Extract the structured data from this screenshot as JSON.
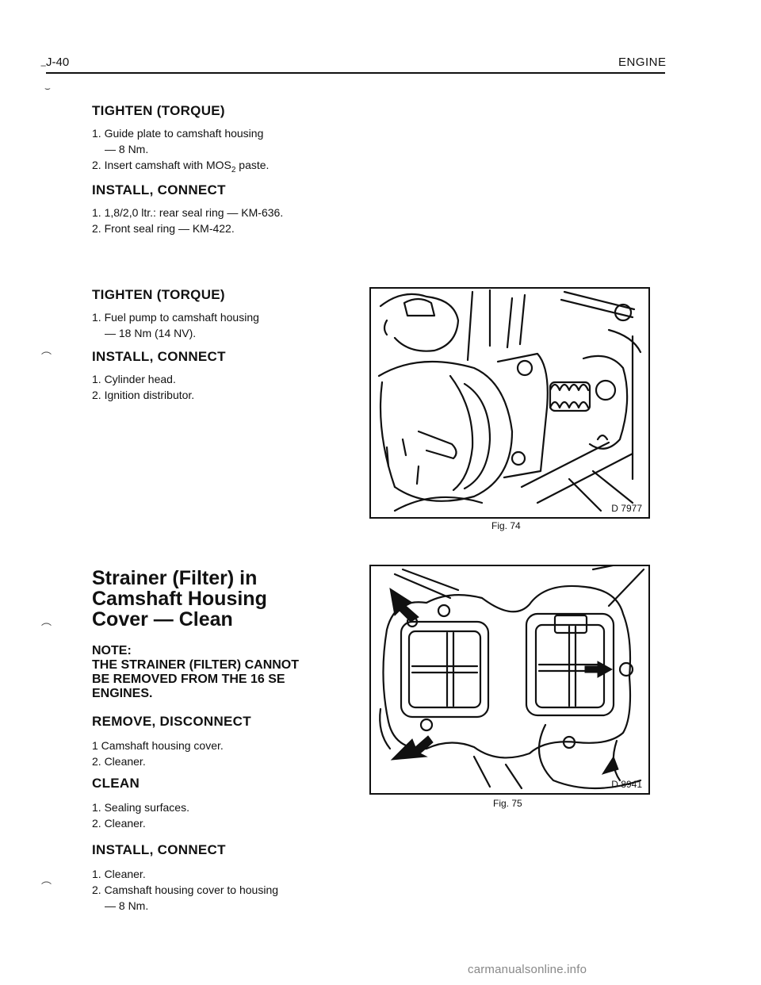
{
  "header": {
    "page_number": "J-40",
    "section": "ENGINE"
  },
  "block1": {
    "heading": "TIGHTEN (TORQUE)",
    "steps": [
      "1. Guide plate to camshaft housing",
      "— 8 Nm.",
      "2. Insert camshaft with MOS",
      "2",
      " paste."
    ]
  },
  "block2": {
    "heading": "INSTALL, CONNECT",
    "steps": [
      "1. 1,8/2,0 ltr.: rear seal ring — KM-636.",
      "2. Front seal ring — KM-422."
    ]
  },
  "block3": {
    "heading": "TIGHTEN (TORQUE)",
    "steps": [
      "1. Fuel pump to camshaft housing",
      "— 18 Nm (14 NV)."
    ]
  },
  "block4": {
    "heading": "INSTALL, CONNECT",
    "steps": [
      "1. Cylinder head.",
      "2. Ignition distributor."
    ]
  },
  "strainer": {
    "title_lines": [
      "Strainer (Filter) in",
      "Camshaft Housing",
      "Cover — Clean"
    ],
    "note_lines": [
      "NOTE:",
      "THE STRAINER (FILTER) CANNOT",
      "BE REMOVED FROM THE 16 SE",
      "ENGINES."
    ]
  },
  "block5": {
    "heading": "REMOVE, DISCONNECT",
    "steps": [
      "1 Camshaft housing cover.",
      "2. Cleaner."
    ]
  },
  "block6": {
    "heading": "CLEAN",
    "steps": [
      "1. Sealing surfaces.",
      "2. Cleaner."
    ]
  },
  "block7": {
    "heading": "INSTALL, CONNECT",
    "steps": [
      "1. Cleaner.",
      "2. Camshaft housing cover to housing",
      "— 8 Nm."
    ]
  },
  "fig74": {
    "code": "D 7977",
    "caption": "Fig. 74"
  },
  "fig75": {
    "code": "D 8941",
    "caption": "Fig. 75"
  },
  "watermark": "carmanualsonline.info",
  "colors": {
    "ink": "#111111",
    "paper": "#ffffff",
    "watermark": "#888888"
  }
}
